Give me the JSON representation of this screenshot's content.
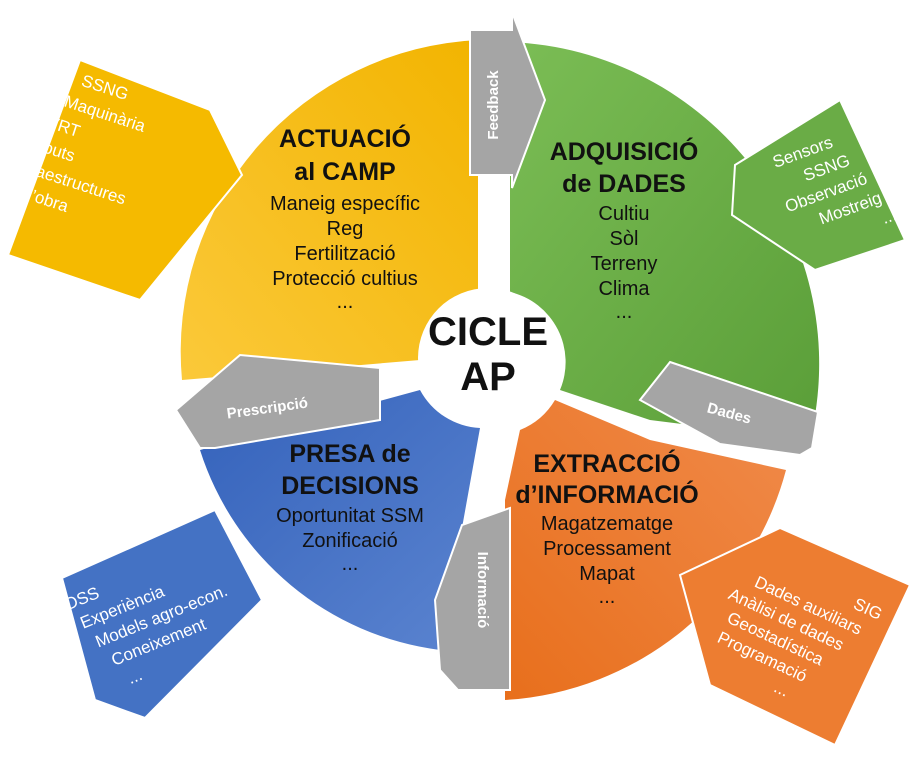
{
  "center": {
    "line1": "CICLE",
    "line2": "AP"
  },
  "colors": {
    "yellow": "#f5b800",
    "green": "#6aac46",
    "orange": "#ed7d31",
    "blue": "#4472c4",
    "gray": "#a5a5a5"
  },
  "segments": [
    {
      "title": [
        "ACTUACIÓ",
        "al CAMP"
      ],
      "items": [
        "Maneig específic",
        "Reg",
        "Fertilització",
        "Protecció cultius",
        "..."
      ],
      "side": [
        "SSNG",
        "Maquinària",
        "VRT",
        "Inputs",
        "Infraestructures",
        "Mà d’obra",
        "..."
      ]
    },
    {
      "title": [
        "ADQUISICIÓ",
        "de DADES"
      ],
      "items": [
        "Cultiu",
        "Sòl",
        "Terreny",
        "Clima",
        "..."
      ],
      "side": [
        "Sensors",
        "SSNG",
        "Observació",
        "Mostreig",
        "..."
      ]
    },
    {
      "title": [
        "EXTRACCIÓ",
        "d’INFORMACIÓ"
      ],
      "items": [
        "Magatzematge",
        "Processament",
        "Mapat",
        "..."
      ],
      "side": [
        "SIG",
        "Dades auxiliars",
        "Anàlisi de dades",
        "Geostadística",
        "Programació",
        "..."
      ]
    },
    {
      "title": [
        "PRESA de",
        "DECISIONS"
      ],
      "items": [
        "Oportunitat SSM",
        "Zonificació",
        "..."
      ],
      "side": [
        "DSS",
        "Experiència",
        "Models agro-econ.",
        "Coneixement",
        "..."
      ]
    }
  ],
  "arrows": {
    "feedback": "Feedback",
    "dades": "Dades",
    "informacio": "Informació",
    "prescripcio": "Prescripció"
  }
}
